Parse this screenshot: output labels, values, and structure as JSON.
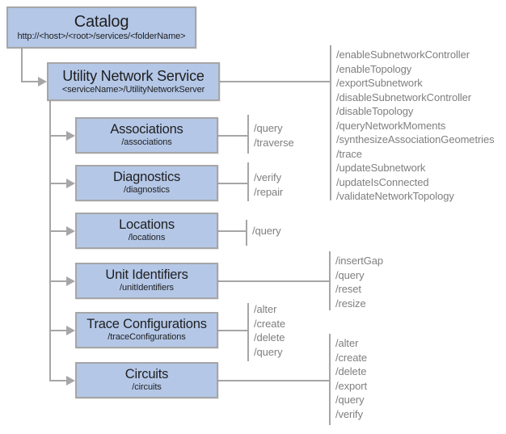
{
  "colors": {
    "box_fill": "#b4c7e7",
    "box_border": "#a6a6a6",
    "connector": "#a6a6a6",
    "title_text": "#1f1f1f",
    "ops_text": "#7f7f7f"
  },
  "nodes": {
    "catalog": {
      "title": "Catalog",
      "path": "http://<host>/<root>/services/<folderName>"
    },
    "utility_network_service": {
      "title": "Utility Network Service",
      "path": "<serviceName>/UtilityNetworkServer",
      "operations": [
        "/enableSubnetworkController",
        "/enableTopology",
        "/exportSubnetwork",
        "/disableSubnetworkController",
        "/disableTopology",
        "/queryNetworkMoments",
        "/synthesizeAssociationGeometries",
        "/trace",
        "/updateSubnetwork",
        "/updateIsConnected",
        "/validateNetworkTopology"
      ]
    },
    "associations": {
      "title": "Associations",
      "path": "/associations",
      "operations": [
        "/query",
        "/traverse"
      ]
    },
    "diagnostics": {
      "title": "Diagnostics",
      "path": "/diagnostics",
      "operations": [
        "/verify",
        "/repair"
      ]
    },
    "locations": {
      "title": "Locations",
      "path": "/locations",
      "operations": [
        "/query"
      ]
    },
    "unit_identifiers": {
      "title": "Unit Identifiers",
      "path": "/unitIdentifiers",
      "operations": [
        "/insertGap",
        "/query",
        "/reset",
        "/resize"
      ]
    },
    "trace_configurations": {
      "title": "Trace Configurations",
      "path": "/traceConfigurations",
      "operations": [
        "/alter",
        "/create",
        "/delete",
        "/query"
      ]
    },
    "circuits": {
      "title": "Circuits",
      "path": "/circuits",
      "operations": [
        "/alter",
        "/create",
        "/delete",
        "/export",
        "/query",
        "/verify"
      ]
    }
  }
}
